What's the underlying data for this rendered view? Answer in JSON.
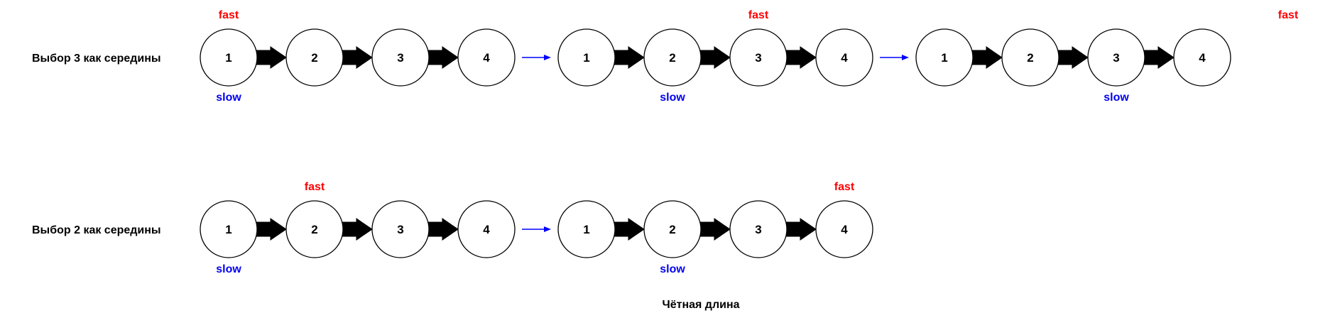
{
  "caption": "Чётная длина",
  "rows": [
    {
      "label": "Выбор 3 как середины",
      "states": [
        {
          "nodes": [
            "1",
            "2",
            "3",
            "4"
          ],
          "fast": "fast",
          "fast_at": 0,
          "slow": "slow",
          "slow_at": 0
        },
        {
          "nodes": [
            "1",
            "2",
            "3",
            "4"
          ],
          "fast": "fast",
          "fast_at": 2,
          "slow": "slow",
          "slow_at": 1
        },
        {
          "nodes": [
            "1",
            "2",
            "3",
            "4"
          ],
          "fast": "fast",
          "fast_at": 4,
          "slow": "slow",
          "slow_at": 2
        }
      ]
    },
    {
      "label": "Выбор 2 как середины",
      "states": [
        {
          "nodes": [
            "1",
            "2",
            "3",
            "4"
          ],
          "fast": "fast",
          "fast_at": 1,
          "slow": "slow",
          "slow_at": 0
        },
        {
          "nodes": [
            "1",
            "2",
            "3",
            "4"
          ],
          "fast": "fast",
          "fast_at": 3,
          "slow": "slow",
          "slow_at": 1
        }
      ]
    }
  ],
  "colors": {
    "fast": "#ff0000",
    "slow": "#0000ee",
    "step_arrow": "#0000ff",
    "node_stroke": "#000000",
    "link_arrow": "#000000"
  }
}
